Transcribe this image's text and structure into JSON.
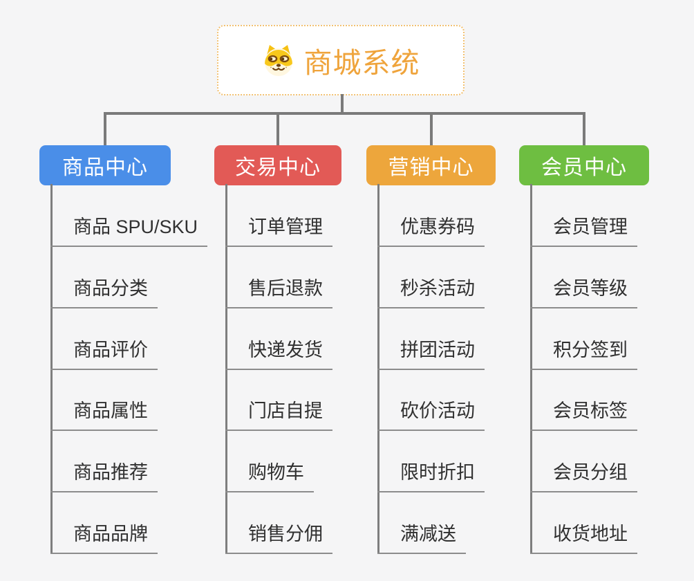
{
  "root": {
    "title": "商城系统",
    "icon": "dog-face-icon",
    "title_color": "#EFA43C",
    "border_color": "#F2C172"
  },
  "connector_color": "#7A7A7A",
  "branches": [
    {
      "label": "商品中心",
      "color": "#4A8EE8",
      "children": [
        "商品 SPU/SKU",
        "商品分类",
        "商品评价",
        "商品属性",
        "商品推荐",
        "商品品牌"
      ]
    },
    {
      "label": "交易中心",
      "color": "#E25A56",
      "children": [
        "订单管理",
        "售后退款",
        "快递发货",
        "门店自提",
        "购物车",
        "销售分佣"
      ]
    },
    {
      "label": "营销中心",
      "color": "#EDA63C",
      "children": [
        "优惠券码",
        "秒杀活动",
        "拼团活动",
        "砍价活动",
        "限时折扣",
        "满减送"
      ]
    },
    {
      "label": "会员中心",
      "color": "#6EBE41",
      "children": [
        "会员管理",
        "会员等级",
        "积分签到",
        "会员标签",
        "会员分组",
        "收货地址"
      ]
    }
  ]
}
